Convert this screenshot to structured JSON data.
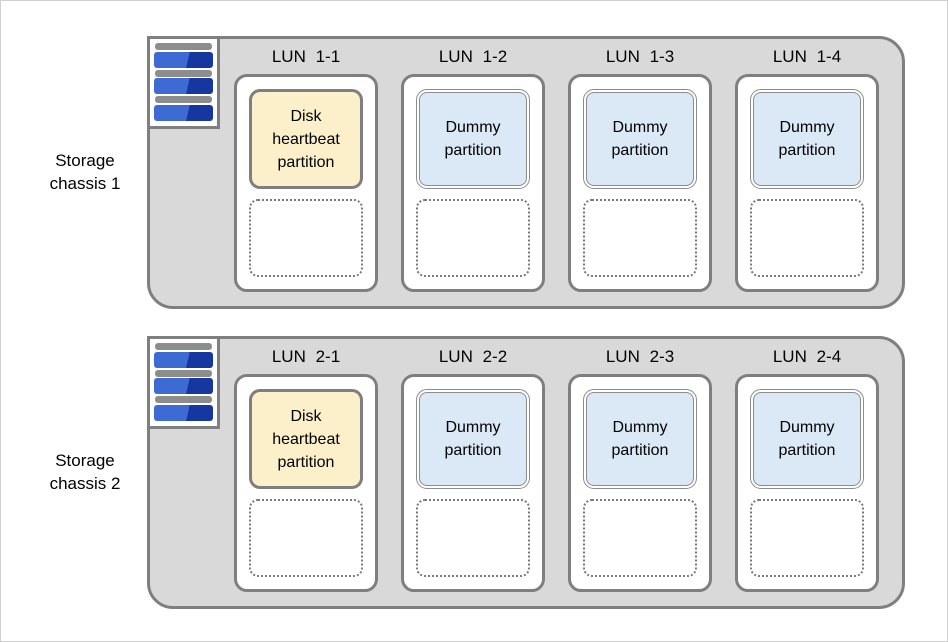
{
  "diagram": {
    "type": "storage-architecture-diagram",
    "icons": {
      "chassis_icon": "disk-array-icon"
    },
    "colors": {
      "page_border": "#d0d0d0",
      "chassis_fill": "#d9d9d9",
      "outline_gray": "#7f7f7f",
      "lun_fill": "#ffffff",
      "heartbeat_fill": "#fcf0cb",
      "dummy_fill": "#dbe8f6",
      "icon_blue_light": "#3e6bd3",
      "icon_blue_dark": "#16379f",
      "icon_bar_gray": "#8d8d8d"
    }
  },
  "chassis": [
    {
      "label": "Storage chassis 1",
      "luns": [
        {
          "label": "LUN 1-1",
          "partition_label": "Disk heartbeat partition",
          "partition_type": "heartbeat"
        },
        {
          "label": "LUN 1-2",
          "partition_label": "Dummy partition",
          "partition_type": "dummy"
        },
        {
          "label": "LUN 1-3",
          "partition_label": "Dummy partition",
          "partition_type": "dummy"
        },
        {
          "label": "LUN 1-4",
          "partition_label": "Dummy partition",
          "partition_type": "dummy"
        }
      ]
    },
    {
      "label": "Storage chassis 2",
      "luns": [
        {
          "label": "LUN 2-1",
          "partition_label": "Disk heartbeat partition",
          "partition_type": "heartbeat"
        },
        {
          "label": "LUN 2-2",
          "partition_label": "Dummy partition",
          "partition_type": "dummy"
        },
        {
          "label": "LUN 2-3",
          "partition_label": "Dummy partition",
          "partition_type": "dummy"
        },
        {
          "label": "LUN 2-4",
          "partition_label": "Dummy partition",
          "partition_type": "dummy"
        }
      ]
    }
  ]
}
